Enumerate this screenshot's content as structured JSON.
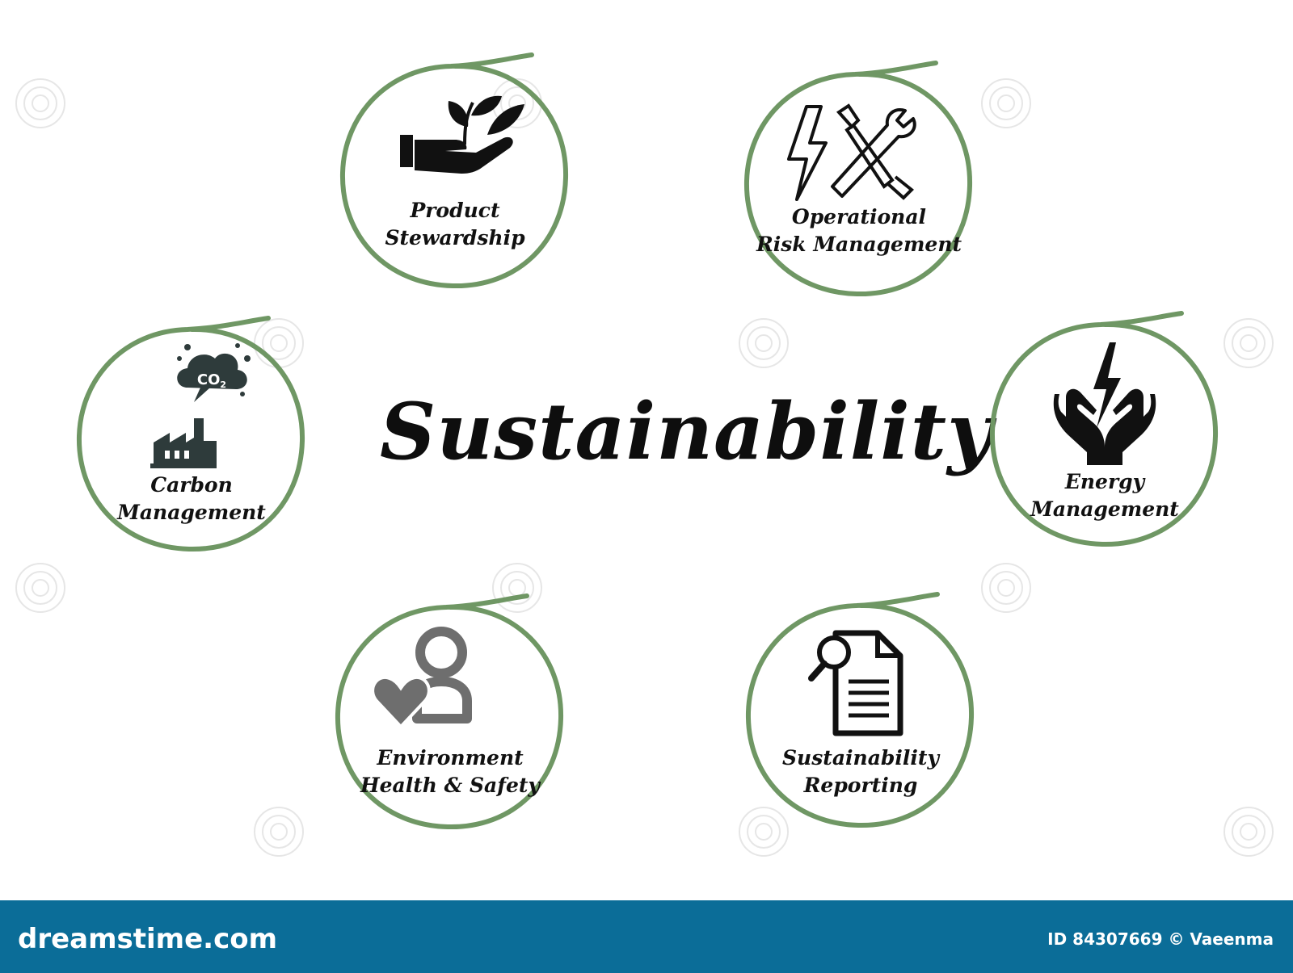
{
  "diagram": {
    "title": "Sustainability",
    "ring_color": "#6f9764",
    "nodes": [
      {
        "id": "product-stewardship",
        "line1": "Product",
        "line2": "Stewardship",
        "icon": "hand-plant-icon"
      },
      {
        "id": "operational-risk-management",
        "line1": "Operational",
        "line2": "Risk Management",
        "icon": "tools-lightning-icon"
      },
      {
        "id": "carbon-management",
        "line1": "Carbon",
        "line2": "Management",
        "icon": "factory-co2-icon"
      },
      {
        "id": "energy-management",
        "line1": "Energy",
        "line2": "Management",
        "icon": "hands-lightning-icon"
      },
      {
        "id": "environment-health-safety",
        "line1": "Environment",
        "line2": "Health & Safety",
        "icon": "heart-person-icon"
      },
      {
        "id": "sustainability-reporting",
        "line1": "Sustainability",
        "line2": "Reporting",
        "icon": "document-search-icon"
      }
    ],
    "co2_text": "CO",
    "co2_sub": "2"
  },
  "footer": {
    "brand": "dreamstime.com",
    "credit": "ID 84307669 © Vaeenma",
    "bar_color": "#0b6d98"
  }
}
